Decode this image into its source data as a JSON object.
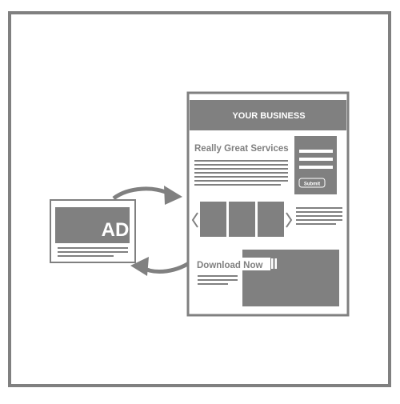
{
  "colors": {
    "gray": "#808080",
    "dark_gray": "#757575",
    "light_gray": "#d6d6d6",
    "white": "#ffffff"
  },
  "ad": {
    "label": "AD"
  },
  "page": {
    "header_title": "YOUR BUSINESS",
    "services_heading": "Really Great Services",
    "form_submit_label": "Submit",
    "carousel_prev_icon": "chevron-left-icon",
    "carousel_next_icon": "chevron-right-icon",
    "download_label": "Download Now"
  },
  "arrows": {
    "ad_to_page": "curved-arrow-right-icon",
    "page_to_ad": "curved-arrow-left-icon"
  }
}
